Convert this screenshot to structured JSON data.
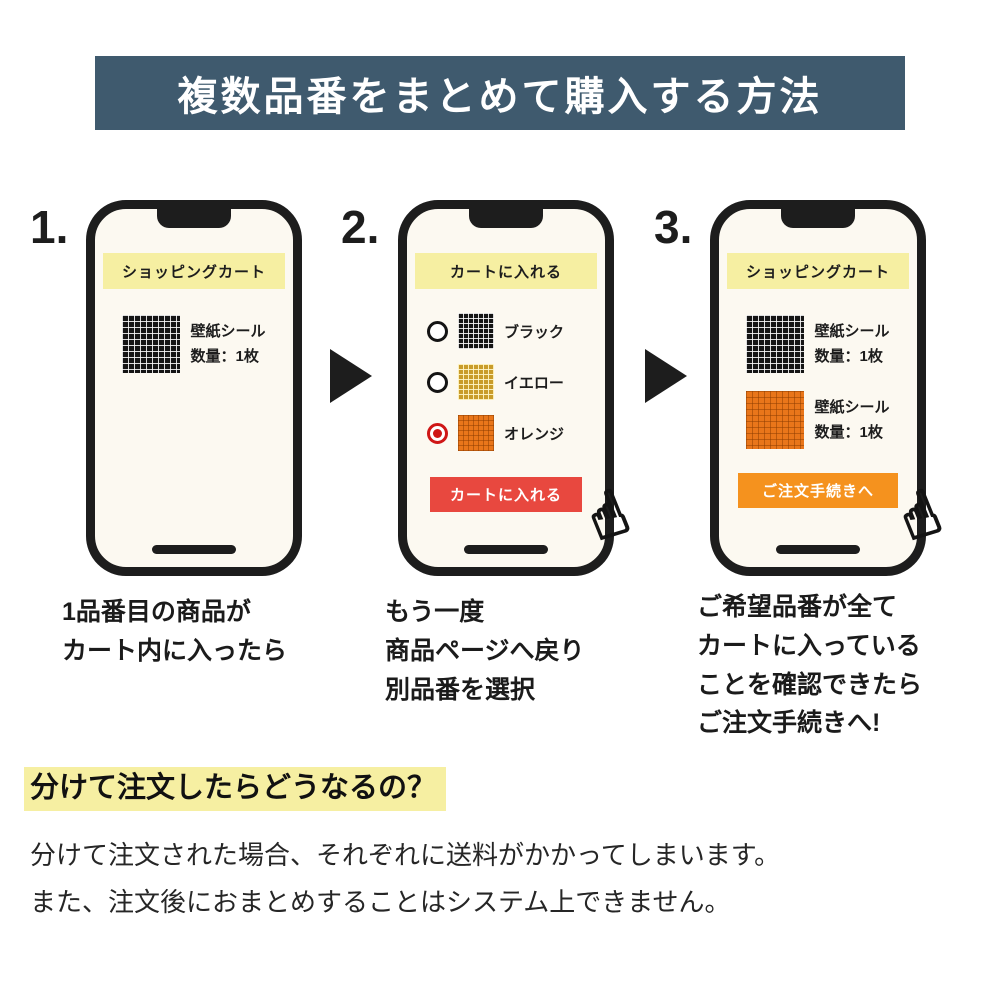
{
  "banner": {
    "title": "複数品番をまとめて購入する方法"
  },
  "steps": [
    {
      "number": "1.",
      "screen_title": "ショッピングカート",
      "products": [
        {
          "swatch": "black-grid",
          "name": "壁紙シール",
          "quantity": "数量：1枚"
        }
      ],
      "caption": "1品番目の商品が\nカート内に入ったら"
    },
    {
      "number": "2.",
      "screen_title": "カートに入れる",
      "options": [
        {
          "label": "ブラック",
          "swatch": "black-grid",
          "selected": false
        },
        {
          "label": "イエロー",
          "swatch": "yellow-grid",
          "selected": false
        },
        {
          "label": "オレンジ",
          "swatch": "orange-grid",
          "selected": true
        }
      ],
      "button_label": "カートに入れる",
      "caption": "もう一度\n商品ページへ戻り\n別品番を選択"
    },
    {
      "number": "3.",
      "screen_title": "ショッピングカート",
      "products": [
        {
          "swatch": "black-grid",
          "name": "壁紙シール",
          "quantity": "数量：1枚"
        },
        {
          "swatch": "orange-grid",
          "name": "壁紙シール",
          "quantity": "数量：1枚"
        }
      ],
      "button_label": "ご注文手続きへ",
      "caption": "ご希望品番が全て\nカートに入っている\nことを確認できたら\nご注文手続きへ!"
    }
  ],
  "note": {
    "heading": "分けて注文したらどうなるの？",
    "body": "分けて注文された場合、それぞれに送料がかかってしまいます。\nまた、注文後におまとめすることはシステム上できません。"
  },
  "icons": {
    "hand_cursor": "☝"
  },
  "colors": {
    "banner_bg": "#3f5a6e",
    "screen_header_bg": "#f6efa2",
    "highlight_bg": "#f6efa2",
    "add_to_cart_button": "#e8483f",
    "checkout_button": "#f5921e",
    "selected_radio": "#cf1616",
    "phone_frame": "#1d1d1d",
    "screen_bg": "#fcf9f1"
  }
}
